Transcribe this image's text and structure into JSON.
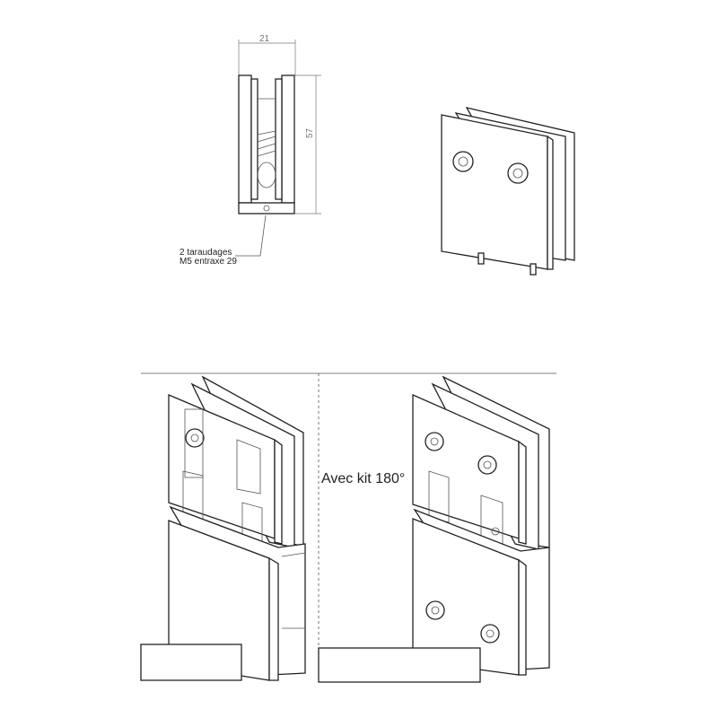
{
  "dimensions": {
    "width": "21",
    "height": "57"
  },
  "annotation": {
    "line1": "2 taraudages",
    "line2": "M5 entraxe 29"
  },
  "caption": "Avec kit 180°"
}
